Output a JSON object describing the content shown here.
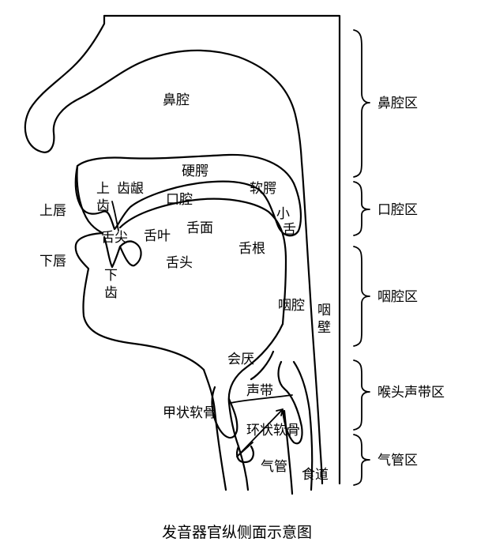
{
  "labels": {
    "nasal_cavity": "鼻腔",
    "hard_palate": "硬腭",
    "upper_teeth_1": "上",
    "upper_teeth_2": "齿",
    "alveolar_ridge": "齿龈",
    "soft_palate": "软腭",
    "upper_lip": "上唇",
    "oral_cavity": "口腔",
    "uvula_1": "小",
    "uvula_2": "舌",
    "tongue_tip": "舌尖",
    "tongue_blade": "舌叶",
    "tongue_surface": "舌面",
    "lower_lip": "下唇",
    "tongue_root": "舌根",
    "lower_teeth_1": "下",
    "lower_teeth_2": "齿",
    "tongue_body": "舌头",
    "pharynx": "咽腔",
    "pharyngeal_wall_1": "咽",
    "pharyngeal_wall_2": "壁",
    "epiglottis": "会厌",
    "vocal_cords": "声带",
    "thyroid_cartilage": "甲状软骨",
    "cricoid_cartilage": "环状软骨",
    "trachea": "气管",
    "esophagus": "食道"
  },
  "regions": {
    "nasal": "鼻腔区",
    "oral": "口腔区",
    "pharyngeal": "咽腔区",
    "laryngeal": "喉头声带区",
    "tracheal": "气管区"
  },
  "caption": "发音器官纵侧面示意图"
}
